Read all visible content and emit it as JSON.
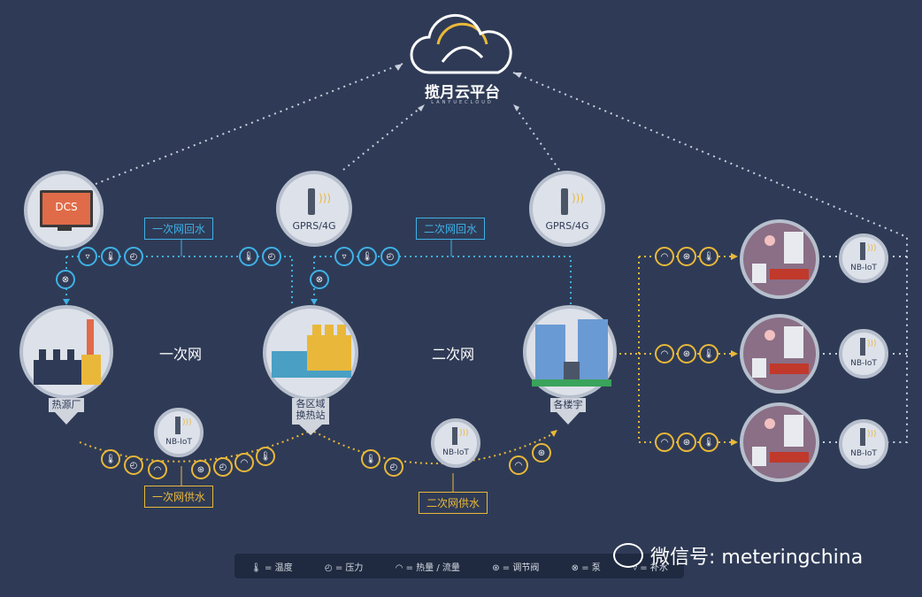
{
  "cloud": {
    "title": "揽月云平台",
    "subtitle": "LANYUECLOUD"
  },
  "nodes": {
    "dcs": "DCS",
    "gprs_left": "GPRS/4G",
    "gprs_right": "GPRS/4G",
    "heat_source": "热源厂",
    "station": "各区域\n换热站",
    "buildings": "各楼宇",
    "nbiot_1": "NB-IoT",
    "nbiot_2": "NB-IoT",
    "nbiot_r1": "NB-IoT",
    "nbiot_r2": "NB-IoT",
    "nbiot_r3": "NB-IoT"
  },
  "networks": {
    "primary": "一次网",
    "secondary": "二次网"
  },
  "pipes": {
    "primary_return": "一次网回水",
    "secondary_return": "二次网回水",
    "primary_supply": "一次网供水",
    "secondary_supply": "二次网供水"
  },
  "legend": [
    {
      "icon": "thermometer-icon",
      "text": "= 温度"
    },
    {
      "icon": "gauge-icon",
      "text": "= 压力"
    },
    {
      "icon": "flow-meter-icon",
      "text": "= 热量 / 流量"
    },
    {
      "icon": "valve-icon",
      "text": "= 调节阀"
    },
    {
      "icon": "pump-icon",
      "text": "= 泵"
    },
    {
      "icon": "makeup-water-icon",
      "text": "= 补水"
    }
  ],
  "watermark": "微信号: meteringchina",
  "colors": {
    "background": "#2f3b56",
    "blue": "#3fb1e6",
    "gold": "#e9b83a",
    "white": "#ffffff"
  }
}
